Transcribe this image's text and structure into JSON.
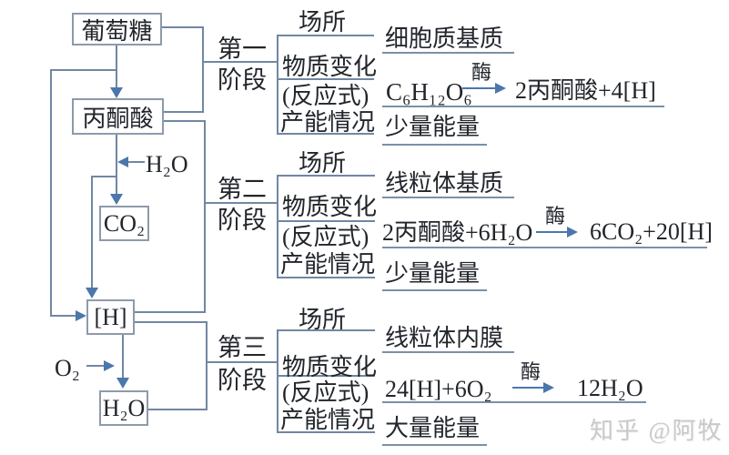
{
  "flowchart": {
    "glucose": "葡萄糖",
    "pyruvate": "丙酮酸",
    "co2": "CO₂",
    "nadh": "[H]",
    "water": "H₂O",
    "water_input": "H₂O",
    "oxygen_input": "O₂"
  },
  "stages": [
    {
      "name_line1": "第一",
      "name_line2": "阶段",
      "row_labels": {
        "location": "场所",
        "substance_change": "物质变化",
        "reaction_note": "(反应式)",
        "energy_output": "产能情况"
      },
      "location": "细胞质基质",
      "reaction": {
        "reactants": "C₆H₁₂O₆",
        "catalyst": "酶",
        "products": "2丙酮酸+4[H]"
      },
      "energy": "少量能量"
    },
    {
      "name_line1": "第二",
      "name_line2": "阶段",
      "row_labels": {
        "location": "场所",
        "substance_change": "物质变化",
        "reaction_note": "(反应式)",
        "energy_output": "产能情况"
      },
      "location": "线粒体基质",
      "reaction": {
        "reactants": "2丙酮酸+6H₂O",
        "catalyst": "酶",
        "products": "6CO₂+20[H]"
      },
      "energy": "少量能量"
    },
    {
      "name_line1": "第三",
      "name_line2": "阶段",
      "row_labels": {
        "location": "场所",
        "substance_change": "物质变化",
        "reaction_note": "(反应式)",
        "energy_output": "产能情况"
      },
      "location": "线粒体内膜",
      "reaction": {
        "reactants": "24[H]+6O₂",
        "catalyst": "酶",
        "products": "12H₂O"
      },
      "energy": "大量能量"
    }
  ],
  "watermark": "知乎 @阿牧",
  "colors": {
    "connector_line": "#7187a3",
    "arrowhead": "#4b77ab",
    "box_border": "#8d9aab",
    "underline": "#7b90a7",
    "text": "#22262c",
    "watermark": "#c8c9cb",
    "background": "#ffffff"
  }
}
